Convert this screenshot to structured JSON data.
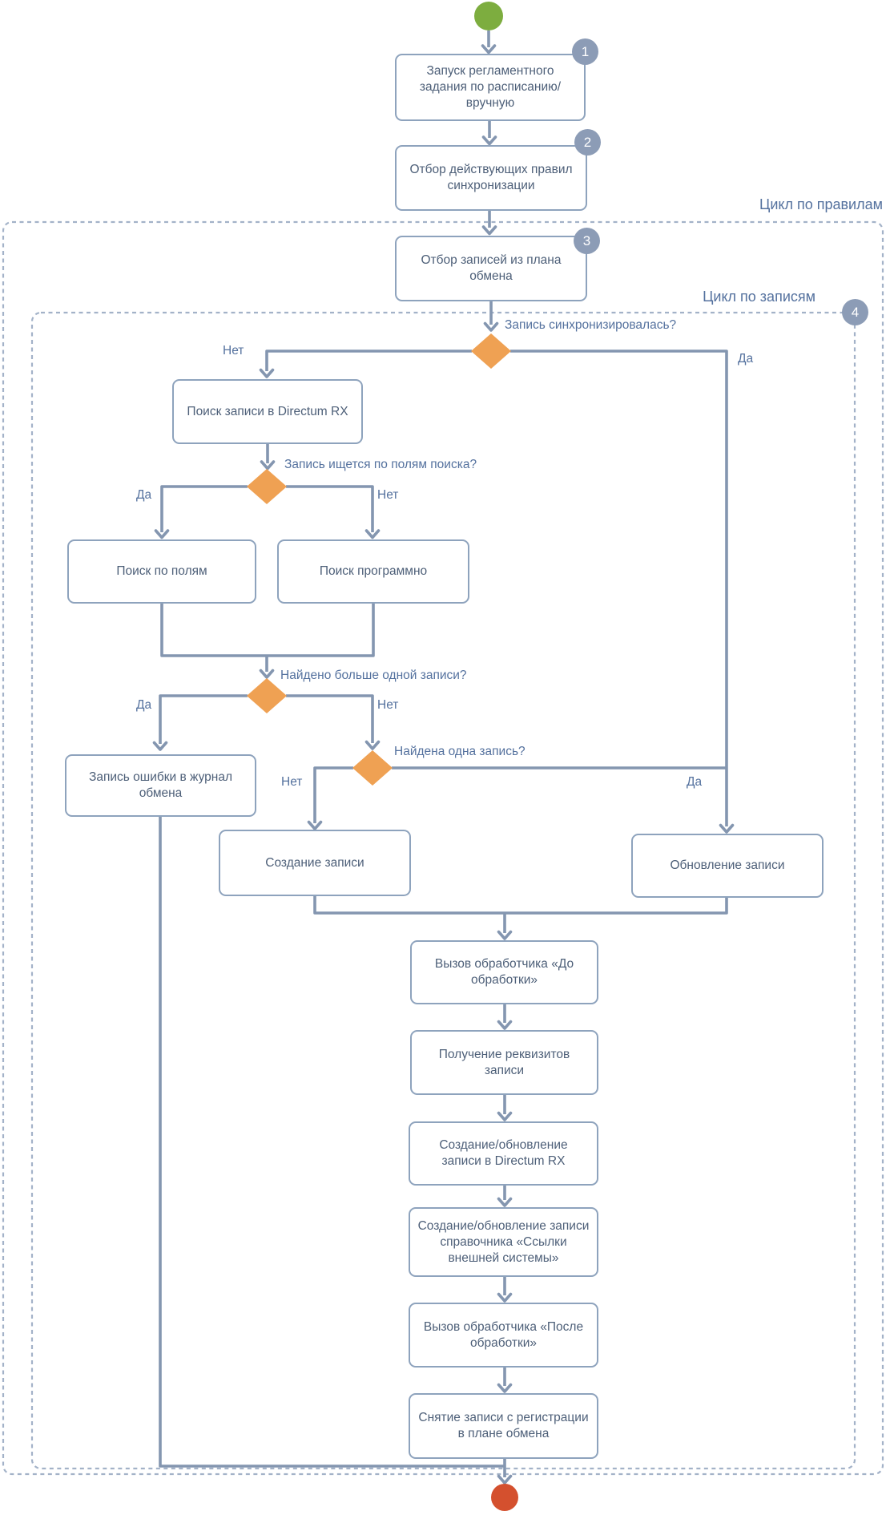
{
  "loops": {
    "rules": "Цикл по правилам",
    "records": "Цикл по записям"
  },
  "badges": {
    "b1": "1",
    "b2": "2",
    "b3": "3",
    "b4": "4"
  },
  "nodes": {
    "step1": "Запуск регламентного задания по расписанию/вручную",
    "step2": "Отбор действующих правил синхронизации",
    "step3": "Отбор записей из плана обмена",
    "search_rx": "Поиск записи в Directum RX",
    "search_fields": "Поиск по полям",
    "search_program": "Поиск программно",
    "error_log": "Запись ошибки в журнал обмена",
    "create": "Создание записи",
    "update": "Обновление записи",
    "before_handler": "Вызов обработчика «До обработки»",
    "get_attrs": "Получение реквизитов записи",
    "create_update_rx": "Создание/обновление записи в Directum RX",
    "create_update_extlink": "Создание/обновление записи справочника «Ссылки внешней системы»",
    "after_handler": "Вызов обработчика «После обработки»",
    "unregister": "Снятие записи с регистрации в плане обмена"
  },
  "decisions": {
    "synced": "Запись синхронизировалась?",
    "by_fields": "Запись ищется по полям поиска?",
    "more_than_one": "Найдено больше одной записи?",
    "one_found": "Найдена одна запись?"
  },
  "edge_labels": {
    "yes": "Да",
    "no": "Нет"
  },
  "colors": {
    "connector": "#8496b0",
    "box_border": "#8ea3bd",
    "box_text": "#4d5f78",
    "label_text": "#54719e",
    "diamond": "#efa153",
    "badge": "#8c9cb6",
    "dashed_border": "#a3b2c8",
    "start": "#7dad3f",
    "end": "#d4502e"
  }
}
